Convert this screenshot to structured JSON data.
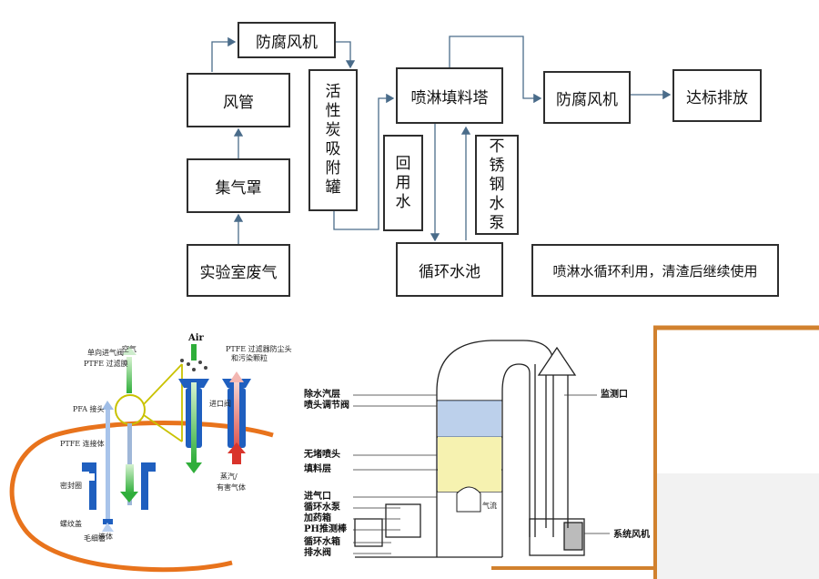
{
  "flow": {
    "fan_top": "防腐风机",
    "duct": "风管",
    "hood": "集气罩",
    "waste_gas": "实验室废气",
    "carbon": [
      "活",
      "性",
      "炭",
      "吸",
      "附",
      "罐"
    ],
    "tower": "喷淋填料塔",
    "fan_right": "防腐风机",
    "emission": "达标排放",
    "reuse": [
      "回",
      "用",
      "水"
    ],
    "pump": [
      "不",
      "锈",
      "钢",
      "水",
      "泵"
    ],
    "pool": "循环水池",
    "note": "喷淋水循环利用，清渣后继续使用"
  },
  "valve": {
    "air_top": "空气",
    "air": "Air",
    "check_valve": "单向进气阀",
    "ptfe_film": "PTFE 过滤膜",
    "ptfe_right": "PTFE 过滤器防尘头",
    "ptfe_right2": "和污染颗粒",
    "pfa": "PFA 接头",
    "inlet": "进口阀",
    "ptfe_conn": "PTFE 连接体",
    "seal": "密封圈",
    "cap": "螺纹盖",
    "capillary": "毛细管",
    "liquid": "液体",
    "steam": "蒸汽/",
    "harmful": "有害气体",
    "colors": {
      "green": "#2fae3a",
      "blue": "#1f5fbf",
      "red": "#d9342b",
      "orange": "#e8731c",
      "yellow": "#f2e600"
    }
  },
  "tower_diagram": {
    "demister": "除水汽层",
    "nozzle_valve": "喷头调节阀",
    "nozzle": "无堵喷头",
    "packing": "填料层",
    "inlet": "进气口",
    "pump": "循环水泵",
    "dosing": "加药箱",
    "ph": "PH推测棒",
    "tank": "循环水箱",
    "drain": "排水阀",
    "monitor": "监测口",
    "fan": "系统风机",
    "airflow": "气流"
  }
}
